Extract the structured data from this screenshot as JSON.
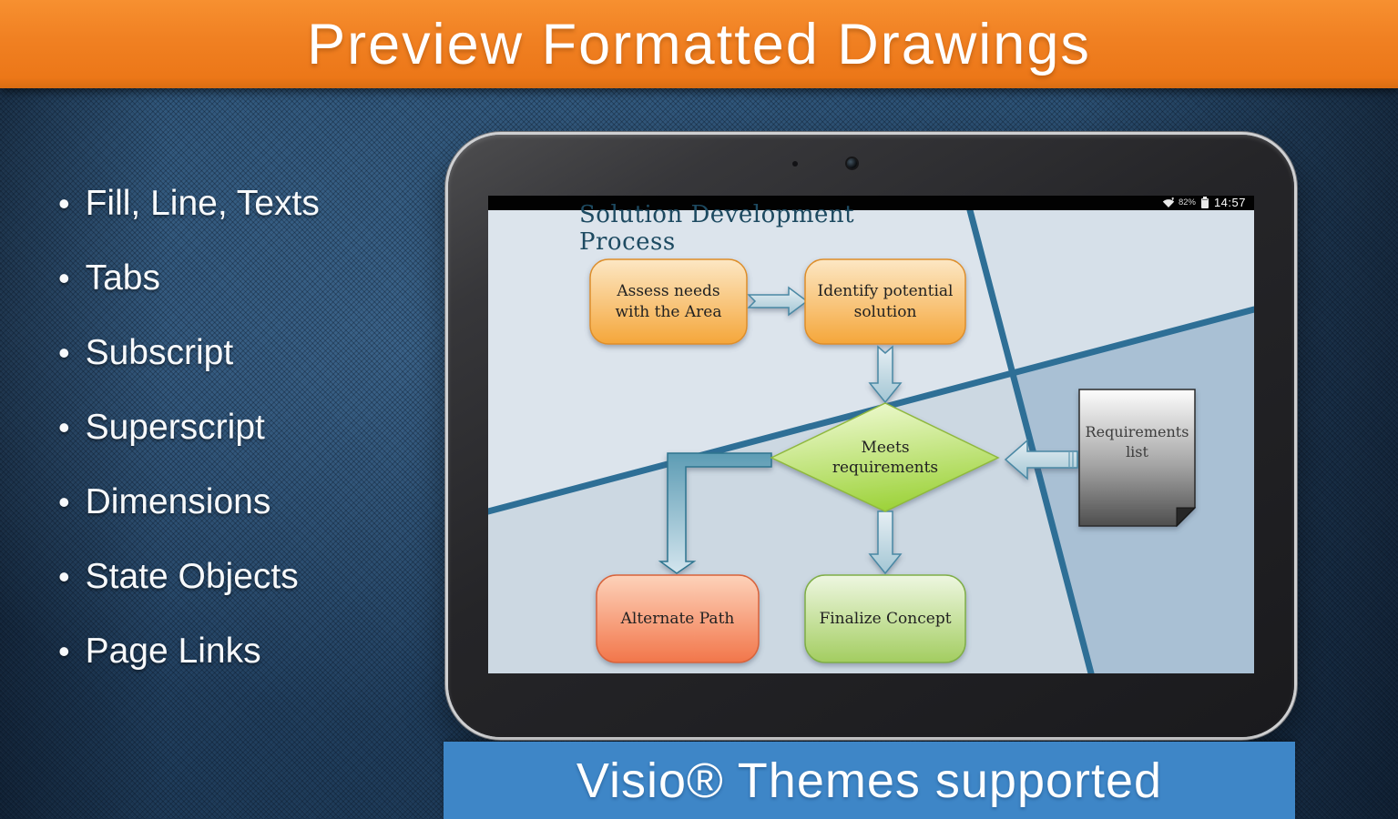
{
  "banner": {
    "title": "Preview Formatted Drawings"
  },
  "bullet": "•",
  "features": [
    "Fill, Line, Texts",
    "Tabs",
    "Subscript",
    "Superscript",
    "Dimensions",
    "State Objects",
    "Page Links"
  ],
  "tablet": {
    "status": {
      "battery_percent": "82%",
      "time": "14:57"
    }
  },
  "diagram": {
    "title": "Solution Development Process",
    "nodes": {
      "assess": {
        "lines": [
          "Assess needs",
          "with the Area"
        ]
      },
      "identify": {
        "lines": [
          "Identify potential",
          "solution"
        ]
      },
      "meets": {
        "lines": [
          "Meets",
          "requirements"
        ]
      },
      "requirements_list": {
        "lines": [
          "Requirements",
          "list"
        ]
      },
      "alternate": {
        "lines": [
          "Alternate Path"
        ]
      },
      "finalize": {
        "lines": [
          "Finalize Concept"
        ]
      }
    }
  },
  "footer": {
    "title": "Visio® Themes supported"
  },
  "colors": {
    "banner_bg": "#ee7b1d",
    "footer_bg": "#3e86c7",
    "background_blue": "#284a6d",
    "node_orange": "#f6a637",
    "node_salmon": "#f2764a",
    "node_green": "#a6cf66",
    "diamond_green": "#9ed33c",
    "connector_teal": "#2e6f96",
    "canvas_light": "#dce4ec",
    "canvas_dark_region": "#a9c0d4"
  }
}
